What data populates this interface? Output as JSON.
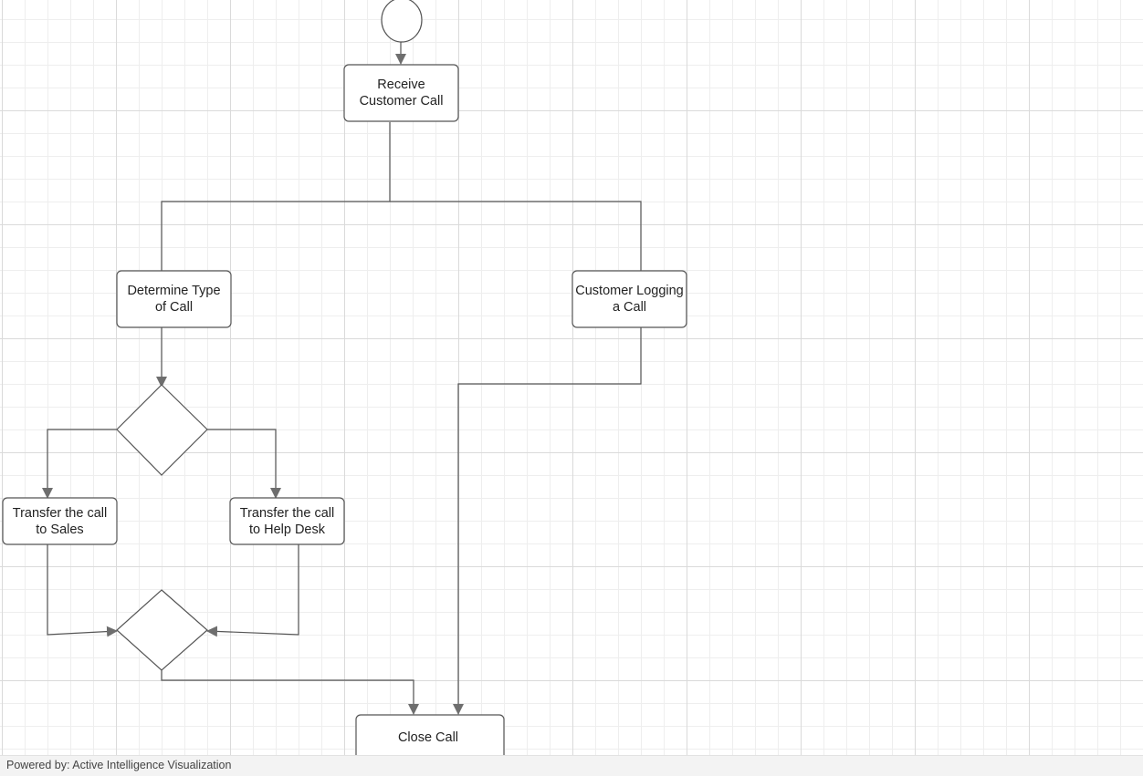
{
  "diagram": {
    "nodes": {
      "receive_call": "Receive\nCustomer Call",
      "determine_type": "Determine Type\nof Call",
      "customer_logging": "Customer Logging\na Call",
      "transfer_sales": "Transfer the call\nto Sales",
      "transfer_helpdesk": "Transfer the call\nto Help Desk",
      "close_call": "Close Call"
    }
  },
  "colors": {
    "stroke": "#555555",
    "arrow": "#6e6e6e",
    "node_fill": "#ffffff"
  },
  "footer": {
    "powered_by": "Powered by: Active Intelligence Visualization"
  }
}
